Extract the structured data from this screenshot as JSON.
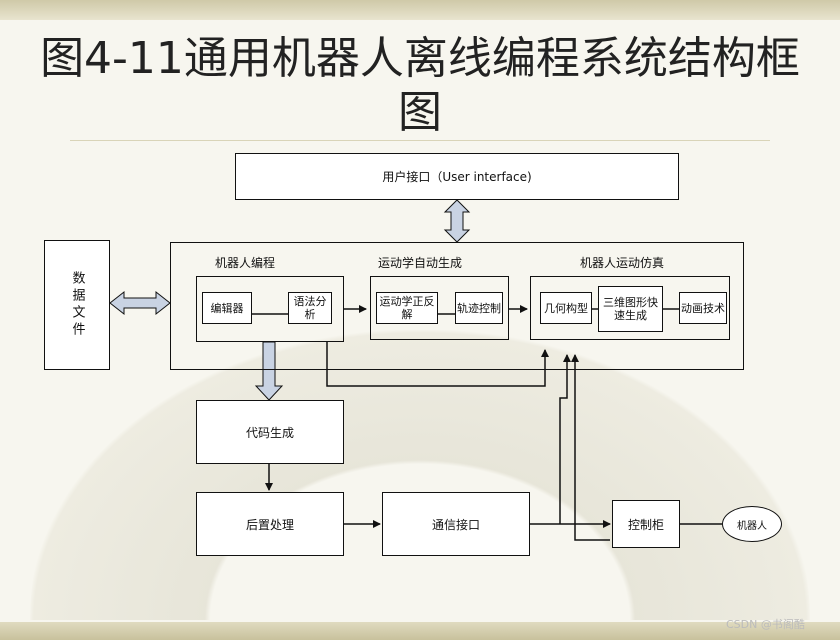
{
  "title": "图4-11通用机器人离线编程系统结构框图",
  "diagram": {
    "user_interface": "用户接口（User interface)",
    "data_file": "数据文件",
    "robot_programming": {
      "label": "机器人编程",
      "editor": "编辑器",
      "parser": "语法分析"
    },
    "kinematics": {
      "label": "运动学自动生成",
      "solver": "运动学正反解",
      "trajectory": "轨迹控制"
    },
    "simulation": {
      "label": "机器人运动仿真",
      "geometry": "几何构型",
      "graphics": "三维图形快速生成",
      "animation": "动画技术"
    },
    "code_gen": "代码生成",
    "post_process": "后置处理",
    "comm_interface": "通信接口",
    "controller": "控制柜",
    "robot": "机器人"
  },
  "watermark": "CSDN @书阁酷"
}
